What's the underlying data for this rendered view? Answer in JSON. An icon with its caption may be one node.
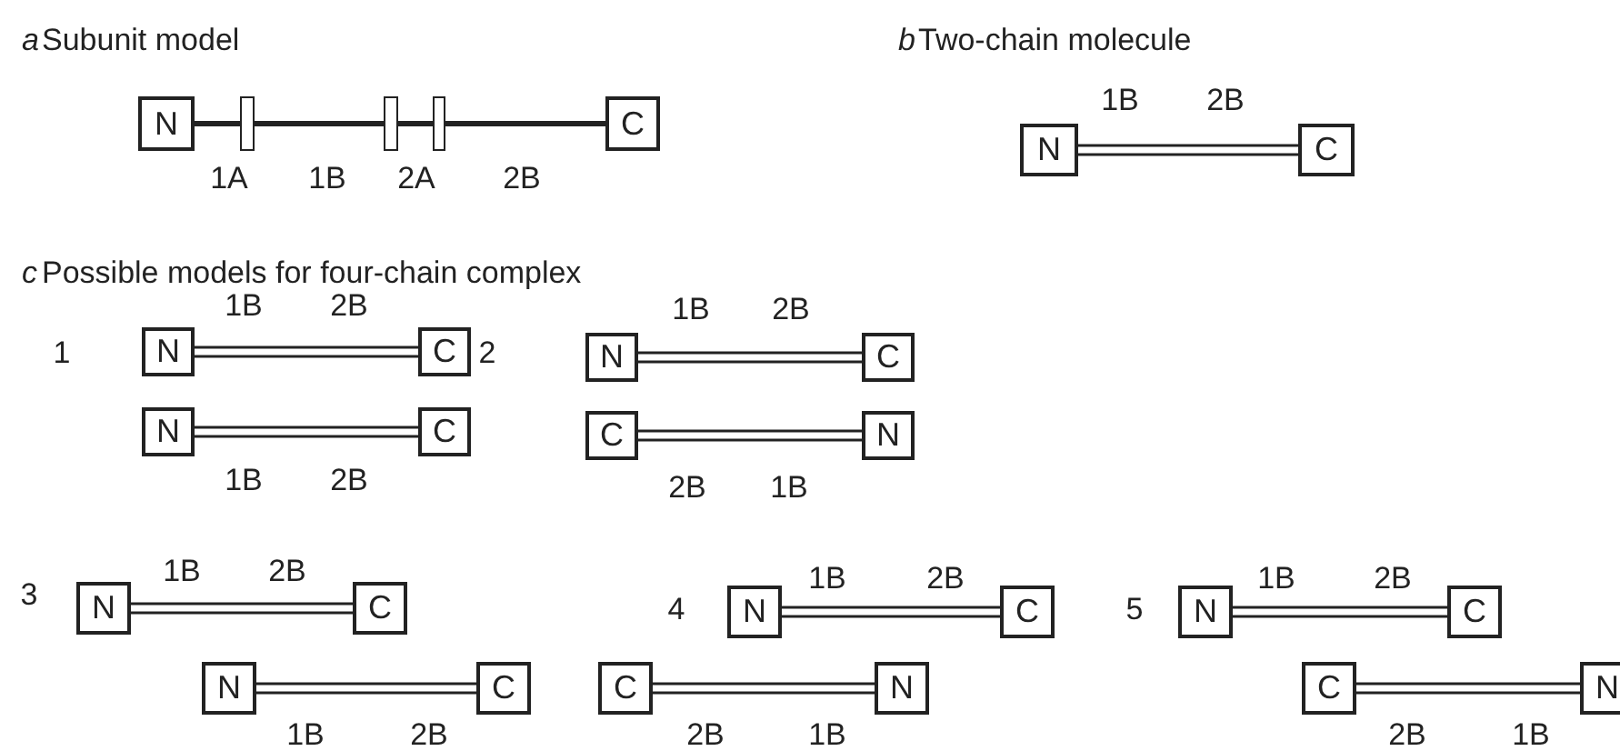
{
  "diagram": {
    "nodes": [
      {
        "text": [
          "N"
        ]
      },
      {
        "text": [],
        "shape": "bar"
      },
      {
        "text": [],
        "shape": "bar"
      },
      {
        "text": [],
        "shape": "bar"
      },
      {
        "text": [
          "C"
        ]
      },
      {
        "text": [
          "N"
        ]
      },
      {
        "text": [
          "C"
        ]
      },
      {
        "text": [
          "N"
        ]
      },
      {
        "text": [
          "C"
        ]
      },
      {
        "text": [
          "N"
        ]
      },
      {
        "text": [
          "C"
        ]
      },
      {
        "text": [
          "N"
        ]
      },
      {
        "text": [
          "C"
        ]
      },
      {
        "text": [
          "C"
        ]
      },
      {
        "text": [
          "N"
        ]
      },
      {
        "text": [
          "N"
        ]
      },
      {
        "text": [
          "C"
        ]
      },
      {
        "text": [
          "N"
        ]
      },
      {
        "text": [
          "C"
        ]
      },
      {
        "text": [
          "N"
        ]
      },
      {
        "text": [
          "C"
        ]
      },
      {
        "text": [
          "C"
        ]
      },
      {
        "text": [
          "N"
        ]
      },
      {
        "text": [
          "N"
        ]
      },
      {
        "text": [
          "C"
        ]
      },
      {
        "text": [
          "C"
        ]
      },
      {
        "text": [
          "N"
        ]
      }
    ],
    "edges": [
      {
        "from": 0,
        "to": 1,
        "arrow": "none",
        "style": "thick"
      },
      {
        "from": 1,
        "to": 2,
        "arrow": "none",
        "style": "thick"
      },
      {
        "from": 2,
        "to": 3,
        "arrow": "none",
        "style": "thick"
      },
      {
        "from": 3,
        "to": 4,
        "arrow": "none",
        "style": "thick"
      },
      {
        "from": 5,
        "to": 6,
        "arrow": "none"
      },
      {
        "from": 7,
        "to": 8,
        "arrow": "none"
      },
      {
        "from": 9,
        "to": 10,
        "arrow": "none"
      },
      {
        "from": 11,
        "to": 12,
        "arrow": "none"
      },
      {
        "from": 13,
        "to": 14,
        "arrow": "none"
      },
      {
        "from": 15,
        "to": 16,
        "arrow": "none"
      },
      {
        "from": 17,
        "to": 18,
        "arrow": "none"
      },
      {
        "from": 19,
        "to": 20,
        "arrow": "none"
      },
      {
        "from": 21,
        "to": 22,
        "arrow": "none"
      },
      {
        "from": 23,
        "to": 24,
        "arrow": "none"
      },
      {
        "from": 25,
        "to": 26,
        "arrow": "none"
      }
    ],
    "labels": [
      "a",
      "Subunit model",
      "b",
      "Two-chain molecule",
      "1B",
      "2B",
      "1A",
      "1B",
      "2A",
      "2B",
      "c",
      "Possible models for four-chain complex",
      "1B",
      "2B",
      "1",
      "2",
      "1B",
      "2B",
      "1B",
      "2B",
      "2B",
      "1B",
      "1B",
      "2B",
      "1B",
      "2B",
      "1B",
      "2B",
      "3",
      "4",
      "5",
      "1B",
      "2B",
      "2B",
      "1B",
      "2B",
      "1B"
    ]
  }
}
